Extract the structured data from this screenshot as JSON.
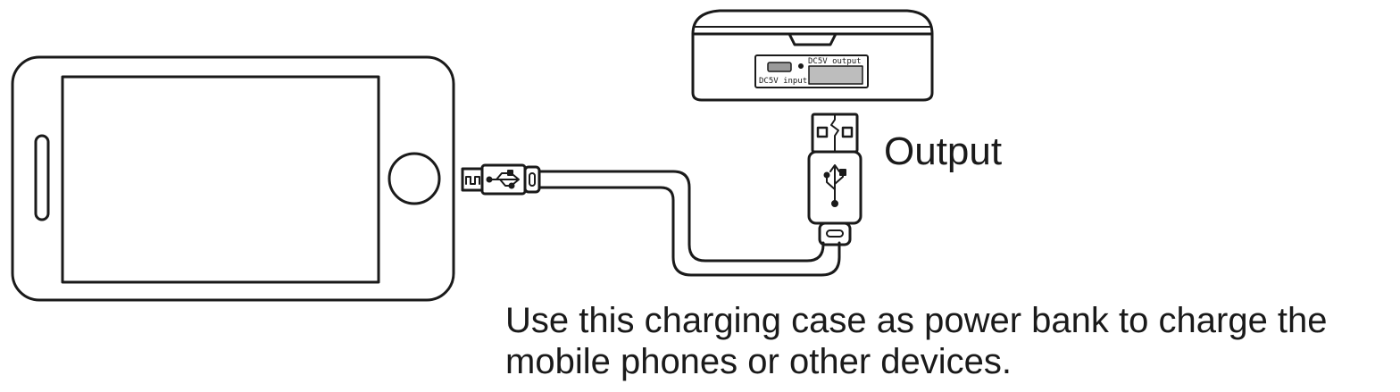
{
  "output_label": "Output",
  "caption_lines": [
    "Use this charging case as power bank to charge the",
    "mobile phones or other devices."
  ],
  "case_ports": {
    "input_label": "DC5V input",
    "output_label": "DC5V output"
  },
  "colors": {
    "line": "#1a1a1a",
    "background": "#ffffff"
  }
}
